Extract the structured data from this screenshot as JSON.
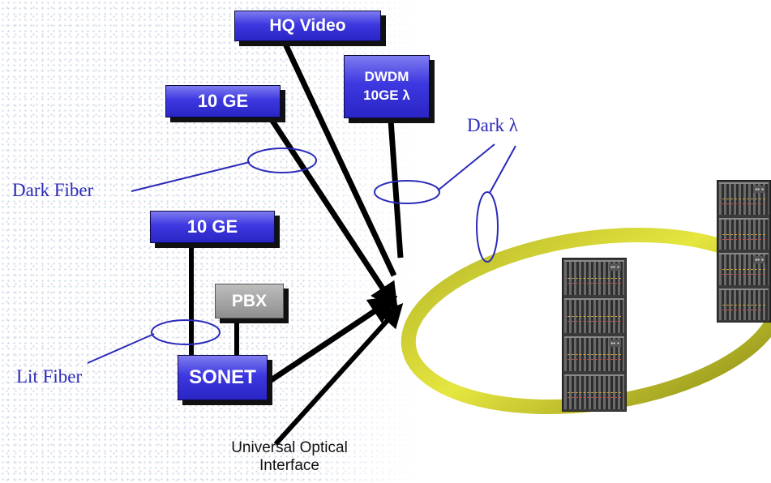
{
  "boxes": {
    "hq_video": "HQ Video",
    "dwdm_line1": "DWDM",
    "dwdm_line2": "10GE λ",
    "ge_top": "10 GE",
    "ge_mid": "10 GE",
    "pbx": "PBX",
    "sonet": "SONET"
  },
  "labels": {
    "dark_fiber": "Dark Fiber",
    "lit_fiber": "Lit Fiber",
    "dark_lambda": "Dark λ",
    "universal_line1": "Universal Optical",
    "universal_line2": "Interface"
  },
  "colors": {
    "box_blue": "#3d38e0",
    "box_gray": "#9e9e9e",
    "ring": "#c8c81e",
    "callout": "#2a2ab8",
    "line": "#000000"
  },
  "icons": {
    "rack": "network-equipment-rack-icon"
  }
}
